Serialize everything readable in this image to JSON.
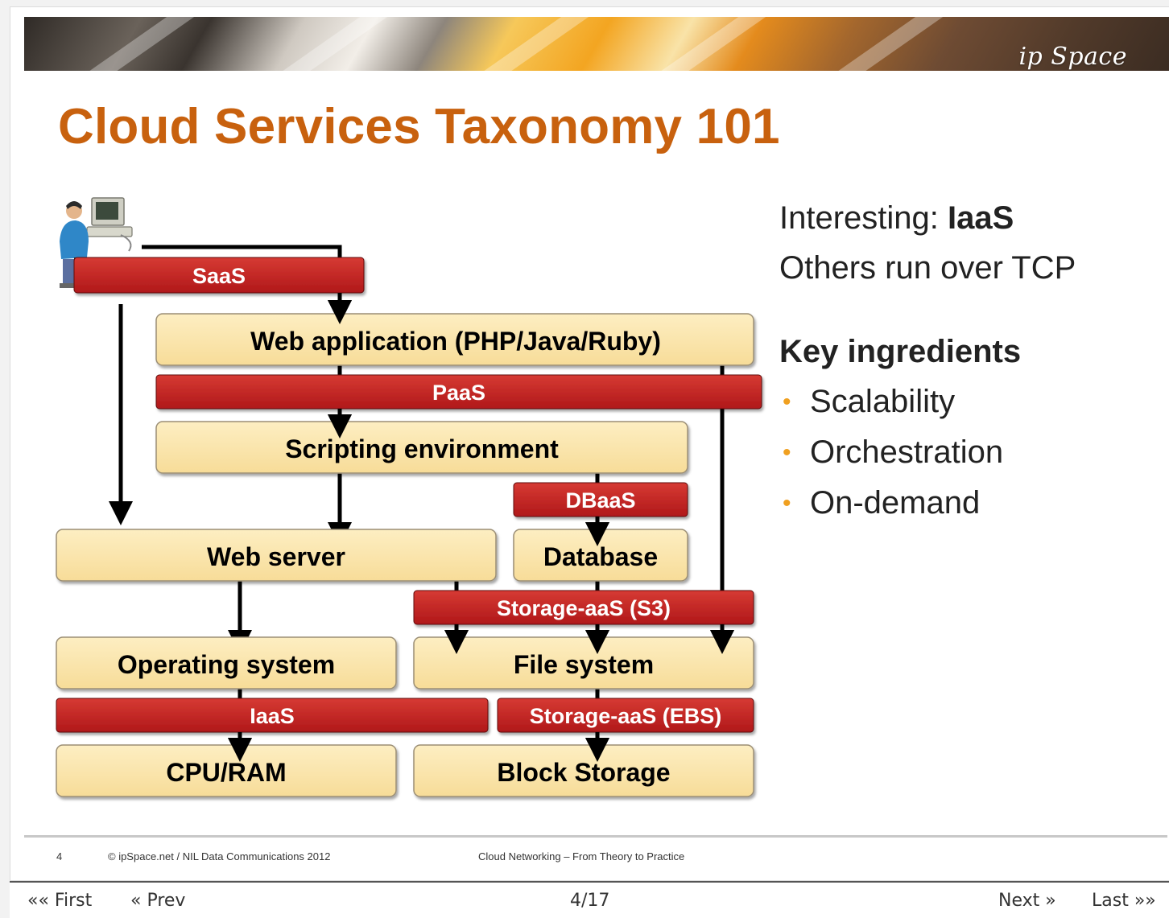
{
  "slide": {
    "logo": "ip Space",
    "title": "Cloud Services Taxonomy 101"
  },
  "diagram": {
    "boxes": {
      "web_app": "Web application (PHP/Java/Ruby)",
      "scripting": "Scripting environment",
      "web_server": "Web server",
      "database": "Database",
      "os": "Operating system",
      "fs": "File system",
      "cpu": "CPU/RAM",
      "block": "Block Storage"
    },
    "bars": {
      "saas": "SaaS",
      "paas": "PaaS",
      "dbaas": "DBaaS",
      "s3": "Storage-aaS (S3)",
      "iaas": "IaaS",
      "ebs": "Storage-aaS (EBS)"
    }
  },
  "right": {
    "line1_prefix": "Interesting: ",
    "line1_bold": "IaaS",
    "line2": "Others run over TCP",
    "key_heading": "Key ingredients",
    "bullets": [
      "Scalability",
      "Orchestration",
      "On-demand"
    ]
  },
  "footer": {
    "page": "4",
    "copyright": "© ipSpace.net / NIL Data Communications 2012",
    "course": "Cloud  Networking – From Theory to Practice"
  },
  "nav": {
    "first": "«« First",
    "prev": "« Prev",
    "page": "4/17",
    "next": "Next »",
    "last": "Last »»"
  },
  "colors": {
    "title": "#c8610e",
    "box_fill": "#fbe5aa",
    "bar_fill": "#c42021",
    "bullet": "#f0a020"
  }
}
